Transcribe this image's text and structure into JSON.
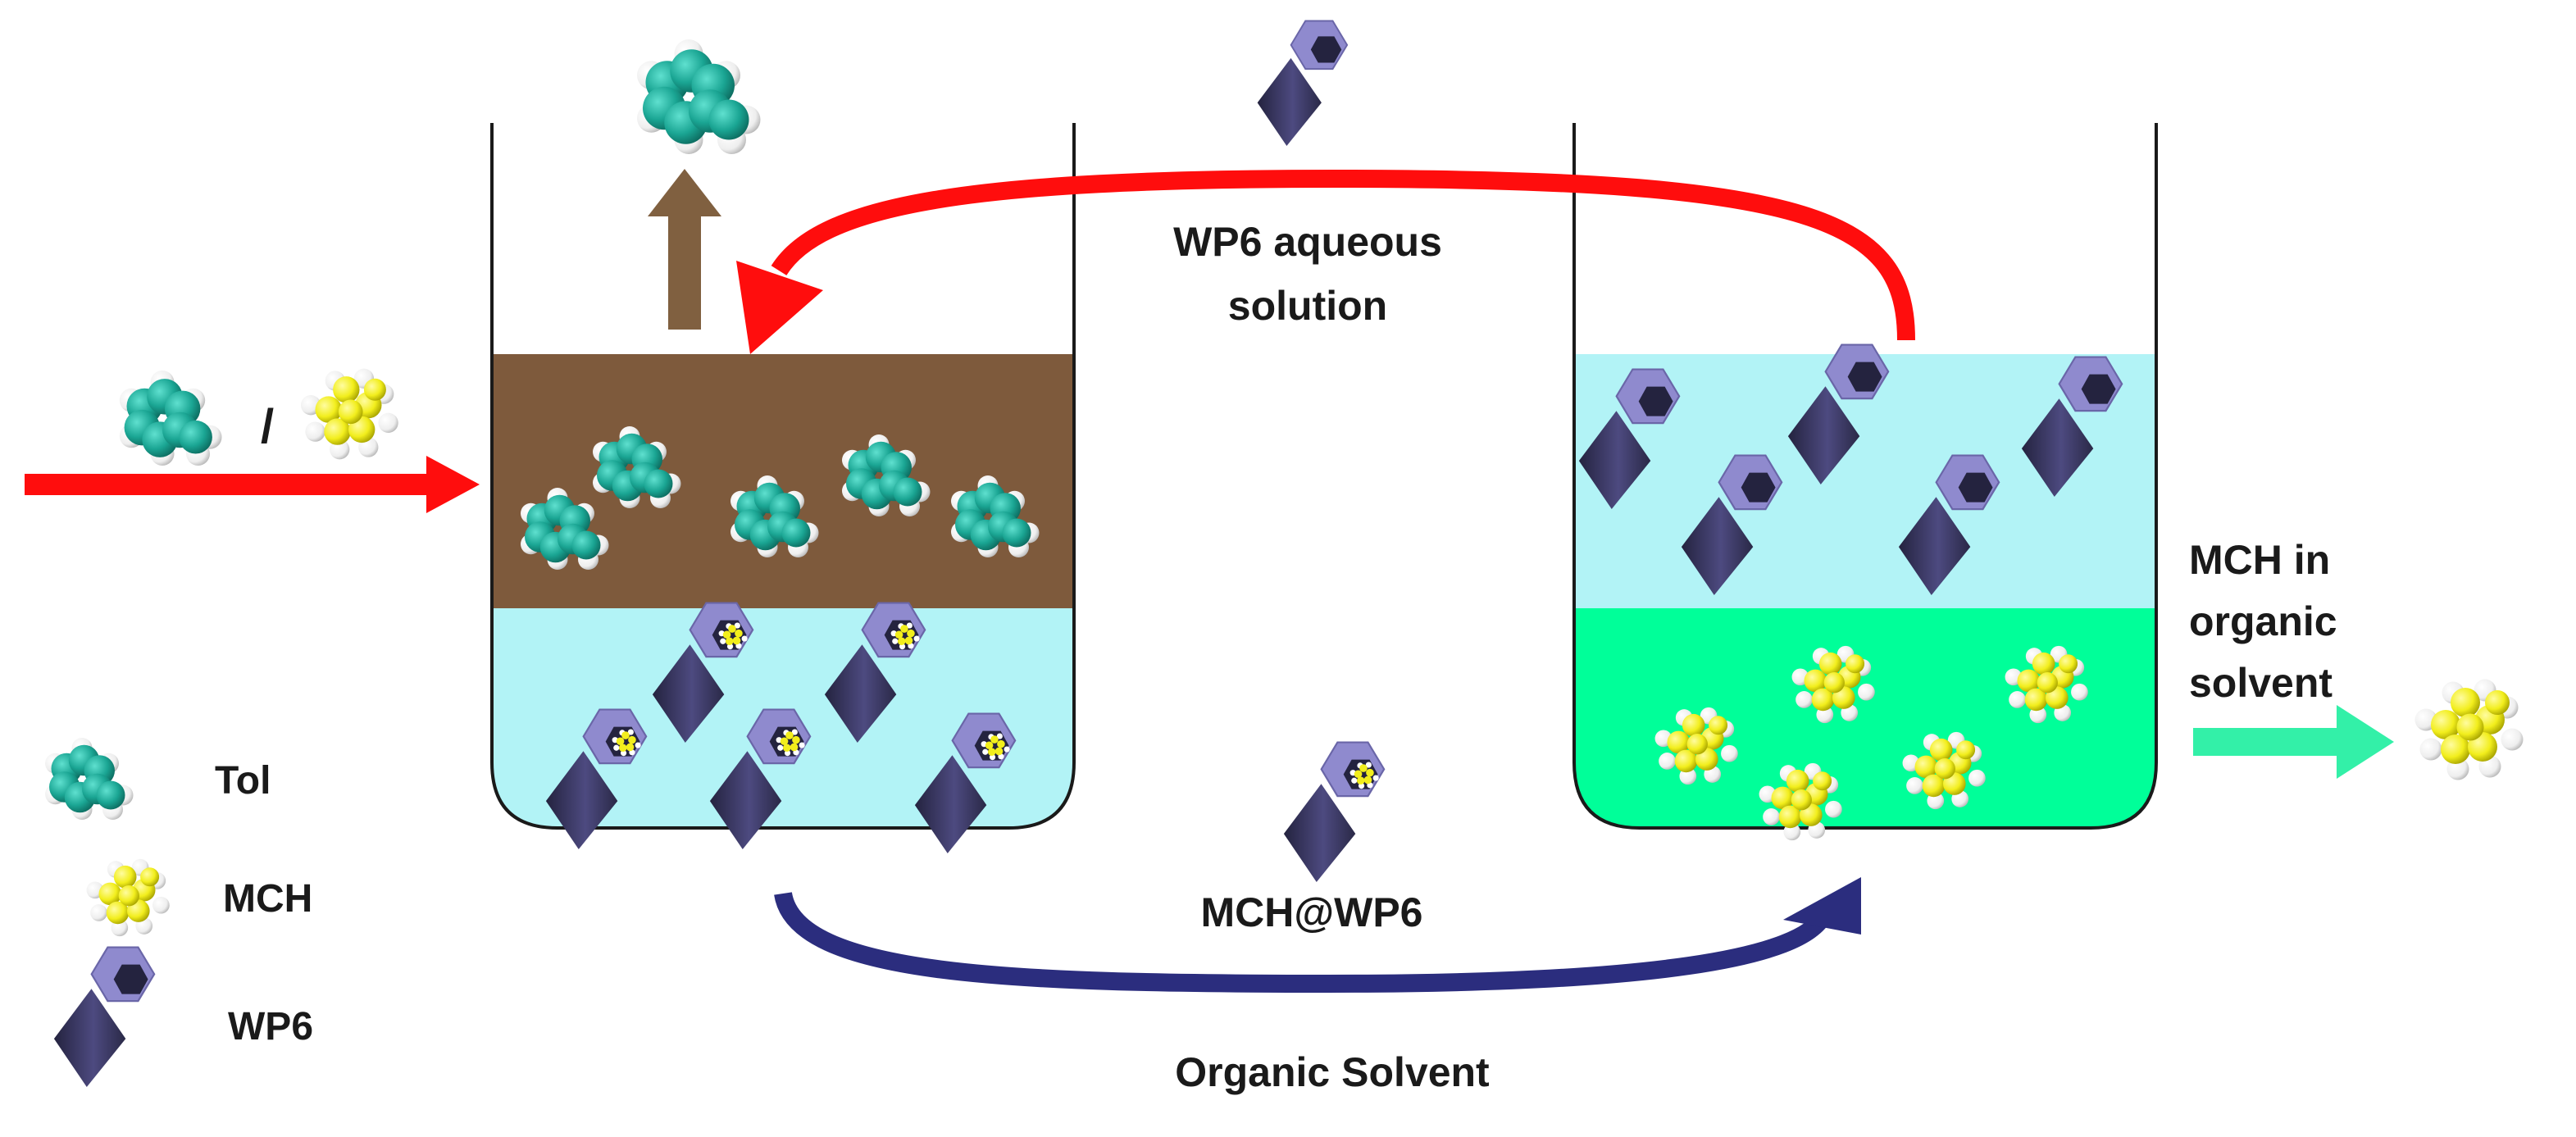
{
  "labels": {
    "wp6_aqueous_line1": "WP6 aqueous",
    "wp6_aqueous_line2": "solution",
    "mch_at_wp6": "MCH@WP6",
    "organic_solvent": "Organic Solvent",
    "mch_in_line1": "MCH in",
    "mch_in_line2": "organic",
    "mch_in_line3": "solvent",
    "feed_separator": "/"
  },
  "legend": [
    {
      "icon": "toluene-molecule-icon",
      "label": "Tol"
    },
    {
      "icon": "mch-molecule-icon",
      "label": "MCH"
    },
    {
      "icon": "wp6-macrocycle-icon",
      "label": "WP6"
    }
  ],
  "colors": {
    "organic_layer_left": "#7e5a3c",
    "aqueous_layer": "#b2f3f6",
    "organic_layer_right": "#00ff99",
    "red_arrow": "#ff0d0d",
    "blue_arrow": "#2b2d7e",
    "brown_arrow": "#806040",
    "green_arrow": "#33f0a8",
    "toluene_teal": "#1aa593",
    "mch_yellow": "#f2ee1c",
    "wp6_purple": "#8b86c9",
    "hydrogen_white": "#f3f3f3"
  }
}
